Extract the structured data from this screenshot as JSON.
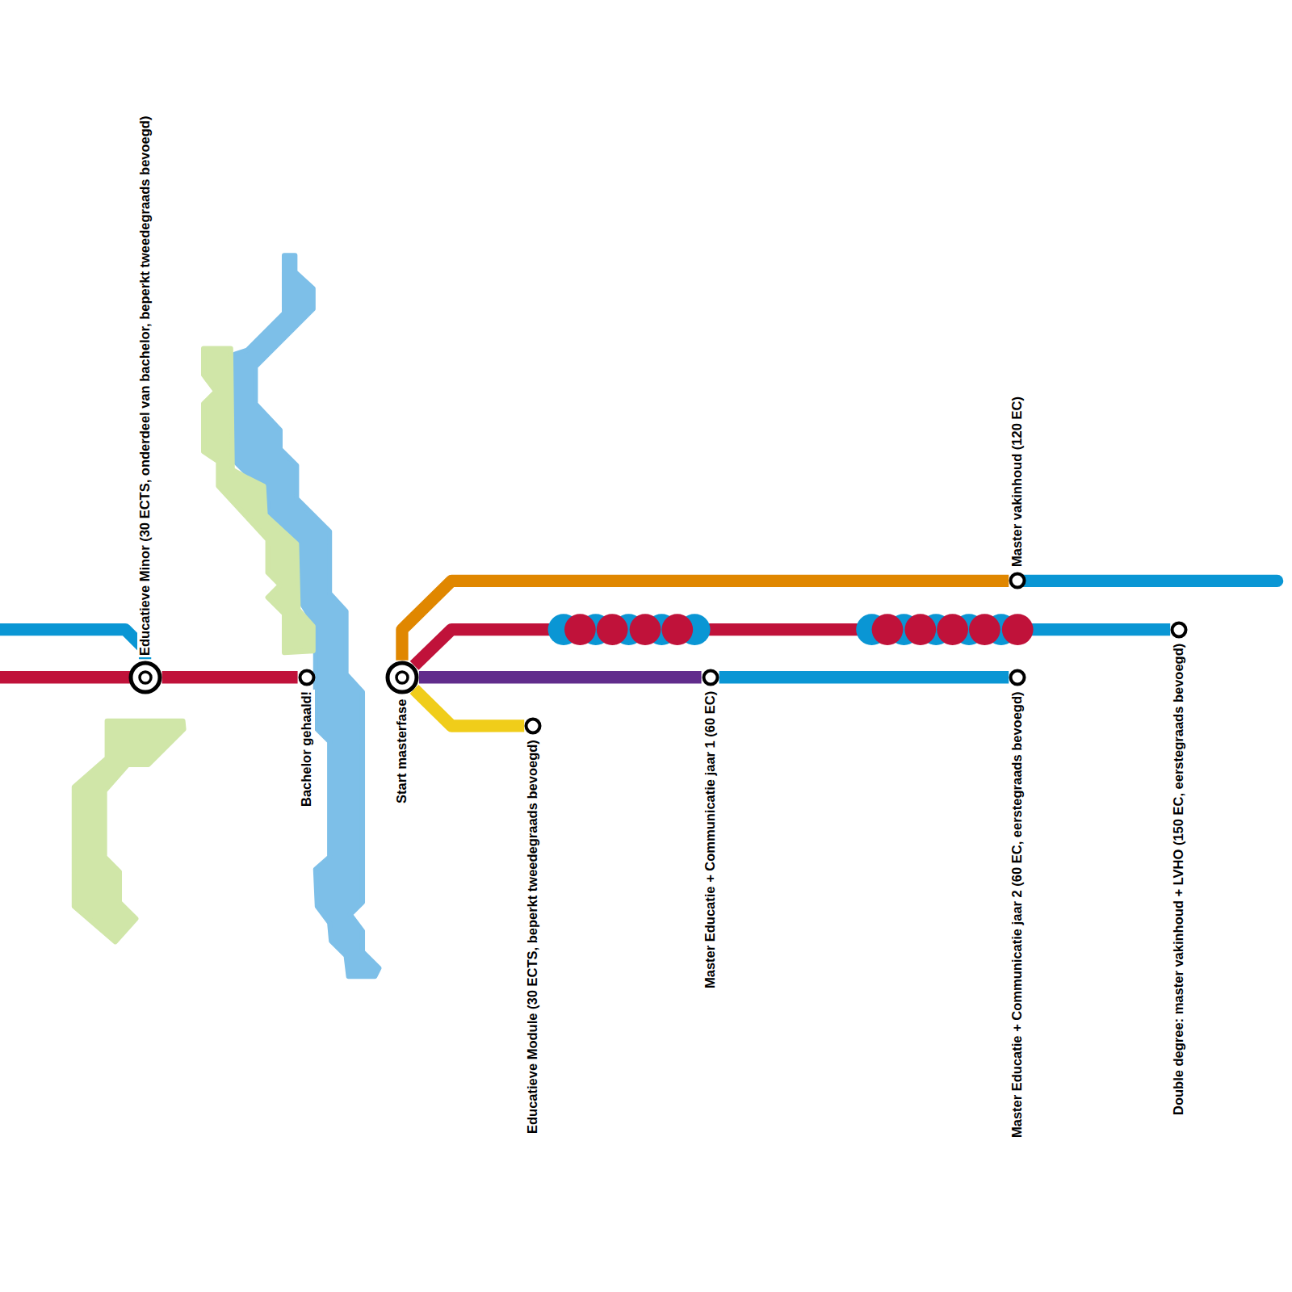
{
  "diagram": {
    "nodes": [
      {
        "text": [
          "Educatieve Minor (30 ECTS, onderdeel van bachelor, beperkt tweedegraads bevoegd)"
        ]
      },
      {
        "text": [
          "Bachelor gehaald!"
        ]
      },
      {
        "text": [
          "Start masterfase"
        ]
      },
      {
        "text": [
          "Educatieve Module (30 ECTS, beperkt tweedegraads bevoegd)"
        ]
      },
      {
        "text": [
          "Master Educatie + Communicatie jaar 1 (60 EC)"
        ]
      },
      {
        "text": [
          "Master vakinhoud (120 EC)"
        ]
      },
      {
        "text": [
          "Master Educatie + Communicatie jaar 2 (60 EC, eerstegraads bevoegd)"
        ]
      },
      {
        "text": [
          "Double degree: master vakinhoud + LVHO (150 EC, eerstegraads bevoegd)"
        ]
      }
    ],
    "edges": [
      {
        "from": 0,
        "to": 1,
        "arrow": "none"
      },
      {
        "from": 2,
        "to": 3,
        "arrow": "none"
      },
      {
        "from": 2,
        "to": 4,
        "arrow": "none"
      },
      {
        "from": 2,
        "to": 5,
        "arrow": "none"
      },
      {
        "from": 4,
        "to": 6,
        "arrow": "none"
      },
      {
        "from": 2,
        "to": 7,
        "arrow": "none"
      }
    ]
  }
}
